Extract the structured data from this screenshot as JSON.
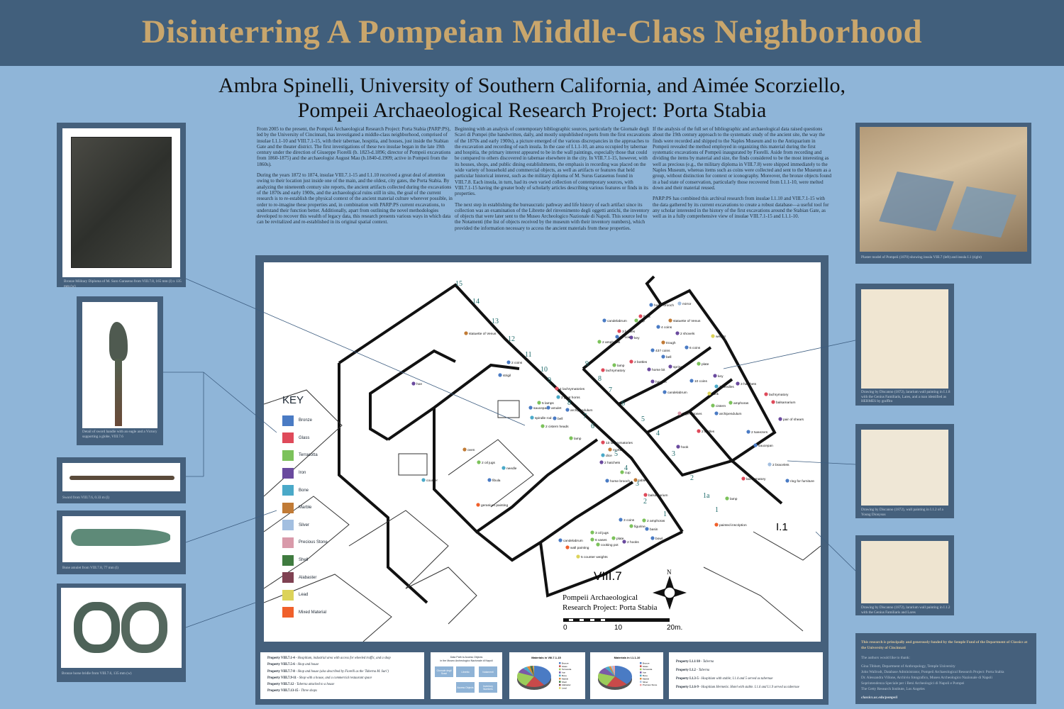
{
  "header": {
    "title": "Disinterring A Pompeian Middle-Class Neighborhood"
  },
  "authors": {
    "line1": "Ambra Spinelli, University of Southern California, and Aimée Scorziello,",
    "line2": "Pompeii Archaeological Research Project: Porta Stabia"
  },
  "columns": [
    [
      "From 2005 to the present, the Pompeii Archaeological Research Project: Porta Stabia (PARP:PS), led by the University of Cincinnati, has investigated a middle-class neighborhood, comprised of insulae I.1.1-10 and VIII.7.1-15, with their tabernae, hospitia, and houses, just inside the Stabian Gate and the theater district. The first investigations of these two insulae began in the late 19th century under the direction of Giuseppe Fiorelli (b. 1823-d.1896; director of Pompeii excavations from 1860-1875) and the archaeologist August Mau (b.1840-d.1909; active in Pompeii from the 1860s).",
      "During the years 1872 to 1874, insulae VIII.7.1-15 and I.1.10 received a great deal of attention owing to their location just inside one of the main, and the oldest, city gates, the Porta Stabia. By analyzing the nineteenth century site reports, the ancient artifacts collected during the excavations of the 1870s and early 1900s, and the archaeological ruins still in situ, the goal of the current research is to re-establish the physical context of the ancient material culture wherever possible, in order to re-imagine these properties and, in combination with PARP:PS current excavations, to understand their function better. Additionally, apart from outlining the novel methodologies developed to recover this wealth of legacy data, this research presents various ways in which data can be revitalized and re-established in its original spatial context."
    ],
    [
      "Beginning with an analysis of contemporary bibliographic sources, particularly the Giornale degli Scavi di Pompei (the handwritten, daily, and mostly unpublished reports from the first excavations of the 1870s and early 1900s), a picture emerged of the various discrepancies in the approaches to the excavation and recording of each insula. In the case of I.1.1-10, an area occupied by tabernae and hospitia, the primary interest appeared to be in the wall paintings, especially those that could be compared to others discovered in tabernae elsewhere in the city. In VIII.7.1-15, however, with its houses, shops, and public dining establishments, the emphasis in recording was placed on the wide variety of household and commercial objects, as well as artifacts or features that held particular historical interest, such as the military diploma of M. Surus Garasenus found in VIII.7.8. Each insula, in turn, had its own varied collection of contemporary sources, with VIII.7.1-15 having the greater body of scholarly articles describing various features or finds in its properties.",
      "The next step in establishing the bureaucratic pathway and life history of each artifact since its collection was an examination of the Librette del rinvenimento degli oggetti antichi, the inventory of objects that were later sent to the Museo Archeologico Nazionale di Napoli. This source led to the Notamenti (the list of objects received by the museum with their inventory numbers), which provided the information necessary to access the ancient materials from these properties."
    ],
    [
      "If the analysis of the full set of bibliographic and archaeological data raised questions about the 19th century approach to the systematic study of the ancient site, the way the finds were recorded and shipped to the Naples Museum and to the Antiquarium in Pompeii revealed the method employed in organizing this material during the first systematic excavations of Pompeii inaugurated by Fiorelli. Aside from recording and dividing the items by material and size, the finds considered to be the most interesting as well as precious (e.g., the military diploma in VIII.7.8) were shipped immediately to the Naples Museum, whereas items such as coins were collected and sent to the Museum as a group, without distinction for context or iconography. Moreover, the bronze objects found in a bad state of conservation, particularly those recovered from I.1.1-10, were melted down and their material reused.",
      "PARP:PS has combined this archival research from insulae I.1.10 and VIII.7.1-15 with the data gathered by its current excavations to create a robust database—a useful tool for any scholar interested in the history of the first excavations around the Stabian Gate, as well as in a fully comprehensive view of insulae VIII.7.1-15 and I.1.1-10."
    ]
  ],
  "left_images": [
    {
      "caption": "Bronze Military Diploma of M. Suro Garaseno from VIII.7.8, 165 mm (l) x 135 mm (w)"
    },
    {
      "caption": "Detail of sword handle with an eagle and a Victory supporting a globe, VIII.7.6"
    },
    {
      "caption": "Sword from VIII.7.6, 0.33 m (l)"
    },
    {
      "caption": "Bone amulet from VIII.7.8, 77 mm (l)"
    },
    {
      "caption": "Bronze horse bridle from VIII.7.6, 135 mm (w)"
    }
  ],
  "right_images": [
    {
      "caption": "Plaster model of Pompeii (1870) showing insula VIII.7 (left) and insula I.1 (right)"
    },
    {
      "caption": "Drawing by Discanno (1872), lararium wall painting in I.1.8 with the Genius Familiaris, Lares, and a man identified as HERMES by graffito"
    },
    {
      "caption": "Drawing by Discanno (1872), wall painting in I.1.2 of a Young Dionysus"
    },
    {
      "caption": "Drawing by Discanno (1872), lararium wall painting in I.1.2 with the Genius Familiaris and Lares"
    }
  ],
  "map": {
    "key_title": "KEY",
    "materials": [
      {
        "name": "Bronze",
        "color": "#4a7bc4"
      },
      {
        "name": "Glass",
        "color": "#df4a5a"
      },
      {
        "name": "Terracotta",
        "color": "#7cc25b"
      },
      {
        "name": "Iron",
        "color": "#6a4a9e"
      },
      {
        "name": "Bone",
        "color": "#4aa9c8"
      },
      {
        "name": "Marble",
        "color": "#c17b36"
      },
      {
        "name": "Silver",
        "color": "#a3bfe0"
      },
      {
        "name": "Precious Stone",
        "color": "#d99aaa"
      },
      {
        "name": "Shell",
        "color": "#3f7b3f"
      },
      {
        "name": "Alabaster",
        "color": "#7f4152"
      },
      {
        "name": "Lead",
        "color": "#dcd35a"
      },
      {
        "name": "Mixed Material",
        "color": "#f0602b"
      }
    ],
    "insula_left": "VIII.7",
    "insula_right": "I.1",
    "numbers_viii7": [
      "15",
      "14",
      "13",
      "12",
      "11",
      "10",
      "9",
      "8",
      "7",
      "6",
      "5",
      "4",
      "3",
      "2",
      "1"
    ],
    "numbers_i1": [
      "9",
      "8",
      "7",
      "6",
      "5",
      "4",
      "3",
      "2",
      "1a",
      "1"
    ],
    "credit_line1": "Pompeii Archaeological",
    "credit_line2": "Research Project: Porta Stabia",
    "compass": "N",
    "scale": [
      "0",
      "10",
      "20m."
    ],
    "artifacts": [
      {
        "label": "statuette of Venus",
        "m": 5
      },
      {
        "label": "hoe",
        "m": 3
      },
      {
        "label": "2 coins",
        "m": 0
      },
      {
        "label": "strigil",
        "m": 0
      },
      {
        "label": "4 lachrymatories",
        "m": 1
      },
      {
        "label": "2 goat horns",
        "m": 4
      },
      {
        "label": "5 lamps",
        "m": 2
      },
      {
        "label": "saucepan",
        "m": 0
      },
      {
        "label": "amulet",
        "m": 0
      },
      {
        "label": "archipendulum",
        "m": 0
      },
      {
        "label": "spindle rod",
        "m": 4
      },
      {
        "label": "bell",
        "m": 0
      },
      {
        "label": "2 cistern heads",
        "m": 2
      },
      {
        "label": "lamp",
        "m": 2
      },
      {
        "label": "13 lachrymatories",
        "m": 1
      },
      {
        "label": "dice",
        "m": 4
      },
      {
        "label": "mortar",
        "m": 5
      },
      {
        "label": "2 hatchets",
        "m": 3
      },
      {
        "label": "cup",
        "m": 2
      },
      {
        "label": "horse brooch",
        "m": 0
      },
      {
        "label": "table",
        "m": 5
      },
      {
        "label": "balsamarium",
        "m": 1
      },
      {
        "label": "2 amphoras",
        "m": 2
      },
      {
        "label": "basin",
        "m": 0
      },
      {
        "label": "bowl",
        "m": 0
      },
      {
        "label": "3 coins",
        "m": 0
      },
      {
        "label": "figurine",
        "m": 2
      },
      {
        "label": "2 hooks",
        "m": 3
      },
      {
        "label": "plate",
        "m": 2
      },
      {
        "label": "3 oil jugs",
        "m": 2
      },
      {
        "label": "6 vases",
        "m": 2
      },
      {
        "label": "cooking pot",
        "m": 2
      },
      {
        "label": "candelabrum",
        "m": 0
      },
      {
        "label": "wall painting",
        "m": 11
      },
      {
        "label": "5 counter weights",
        "m": 10
      },
      {
        "label": "geranium painting",
        "m": 11
      },
      {
        "label": "counter",
        "m": 4
      },
      {
        "label": "oven",
        "m": 5
      },
      {
        "label": "fibula",
        "m": 0
      },
      {
        "label": "2 oil jugs",
        "m": 2
      },
      {
        "label": "needle",
        "m": 4
      },
      {
        "label": "horse brooch",
        "m": 0
      },
      {
        "label": "mirror",
        "m": 6
      },
      {
        "label": "candelabrum",
        "m": 0
      },
      {
        "label": "flask",
        "m": 1
      },
      {
        "label": "cup",
        "m": 2
      },
      {
        "label": "3 bottles",
        "m": 1
      },
      {
        "label": "27 coins",
        "m": 0
      },
      {
        "label": "4 coins",
        "m": 0
      },
      {
        "label": "statuette of Venus",
        "m": 5
      },
      {
        "label": "2 shovels",
        "m": 3
      },
      {
        "label": "weight",
        "m": 10
      },
      {
        "label": "2 amphoras",
        "m": 2
      },
      {
        "label": "key",
        "m": 3
      },
      {
        "label": "trough",
        "m": 5
      },
      {
        "label": "437 coins",
        "m": 0
      },
      {
        "label": "6 coins",
        "m": 0
      },
      {
        "label": "bell",
        "m": 0
      },
      {
        "label": "plate",
        "m": 2
      },
      {
        "label": "lamp",
        "m": 2
      },
      {
        "label": "spring",
        "m": 3
      },
      {
        "label": "2 bottles",
        "m": 1
      },
      {
        "label": "lachrymatory",
        "m": 1
      },
      {
        "label": "horse bit",
        "m": 3
      },
      {
        "label": "key",
        "m": 3
      },
      {
        "label": "10 coins",
        "m": 0
      },
      {
        "label": "hatchet",
        "m": 3
      },
      {
        "label": "2 needles",
        "m": 4
      },
      {
        "label": "3 hatchets",
        "m": 3
      },
      {
        "label": "candelabrum",
        "m": 0
      },
      {
        "label": "tank",
        "m": 10
      },
      {
        "label": "lachrymatory",
        "m": 1
      },
      {
        "label": "balsamarium",
        "m": 1
      },
      {
        "label": "cistern",
        "m": 2
      },
      {
        "label": "amphoras",
        "m": 2
      },
      {
        "label": "archipendulum",
        "m": 0
      },
      {
        "label": "2 gemstones",
        "m": 7
      },
      {
        "label": "pair of shears",
        "m": 3
      },
      {
        "label": "2 bottles",
        "m": 1
      },
      {
        "label": "2 tweezers",
        "m": 0
      },
      {
        "label": "hook",
        "m": 3
      },
      {
        "label": "saucepan",
        "m": 0
      },
      {
        "label": "2 bracelets",
        "m": 6
      },
      {
        "label": "lachrymatory",
        "m": 1
      },
      {
        "label": "lamp",
        "m": 2
      },
      {
        "label": "ring for furniture",
        "m": 0
      },
      {
        "label": "painted inscription",
        "m": 11
      }
    ]
  },
  "properties_viii7": [
    {
      "name": "Property VIII.7.1-4",
      "desc": "Hospitium, industrial area with access for wheeled traffic, and a shop"
    },
    {
      "name": "Property VIII.7.5-6",
      "desc": "Shop and house"
    },
    {
      "name": "Property VIII.7.7-8",
      "desc": "Shop and house (also described by Fiorelli as the 'Taberna M. Suri')"
    },
    {
      "name": "Property VIII.7.9-11",
      "desc": "Shop with a house, and a commercial restaurant space"
    },
    {
      "name": "Property VIII.7.12",
      "desc": "Taberna attached to a house"
    },
    {
      "name": "Property VIII.7.13-15",
      "desc": "Three shops"
    }
  ],
  "flow": {
    "title1": "Data Path to Access Objects",
    "title2": "in the Museo Archeologico Nazionale di Napoli",
    "boxes": [
      "Giornale degli Scavi",
      "Libretto",
      "Notamenti",
      "Inventory Numbers",
      "Access Objects"
    ]
  },
  "charts": [
    {
      "type": "pie",
      "title": "Materials in VIII.7.1-15",
      "categories": [
        "Bronze",
        "Glass",
        "Terracotta",
        "Iron",
        "Bone",
        "Marble",
        "Shell",
        "Alabaster",
        "Lead"
      ],
      "values": [
        40,
        18,
        23,
        8,
        4,
        3,
        2,
        1,
        1
      ],
      "colors": [
        "#4a7bc4",
        "#c84a4a",
        "#9ccc5a",
        "#7a5aa8",
        "#4aa9c8",
        "#e08a3a",
        "#3f7b3f",
        "#7f4152",
        "#dcd35a"
      ]
    },
    {
      "type": "pie",
      "title": "Materials in I.1.1-10",
      "categories": [
        "Bronze",
        "Glass",
        "Terracotta",
        "Iron",
        "Bone",
        "Marble",
        "Silver",
        "Precious Stone"
      ],
      "values": [
        38,
        20,
        22,
        10,
        4,
        2,
        2,
        2
      ],
      "colors": [
        "#4a7bc4",
        "#c84a4a",
        "#9ccc5a",
        "#7a5aa8",
        "#4aa9c8",
        "#e08a3a",
        "#a3bfe0",
        "#f0a0a0"
      ]
    }
  ],
  "properties_i1": [
    {
      "name": "Property I.1.1/10",
      "desc": "Taberna"
    },
    {
      "name": "Property I.1.2",
      "desc": "Taberna"
    },
    {
      "name": "Property I.1.3-5",
      "desc": "Hospitium with stable; I.1.4 and 5 served as tabernae"
    },
    {
      "name": "Property I.1.6-9",
      "desc": "Hospitium Hermetis: Hotel with stable. I.1.6 and I.1.9 served as tabernae"
    }
  ],
  "acknowledgements": {
    "funding": "This research is principally and generously funded by the Semple Fund of the Department of Classics at the University of Cincinnati",
    "intro": "The authors would like to thank:",
    "names": [
      "Gina Tibbott, Department of Anthropology, Temple University",
      "John Wallrodt, Database Administrator, Pompeii Archaeological Research Project: Porta Stabia",
      "Dr. Alessandra Villone, Archivio fotografico, Museo Archeologico Nazionale di Napoli",
      "Soprintendenza Speciale per i Beni Archeologici di Napoli e Pompei",
      "The Getty Research Institute, Los Angeles"
    ],
    "url": "classics.uc.edu/pompeii"
  }
}
